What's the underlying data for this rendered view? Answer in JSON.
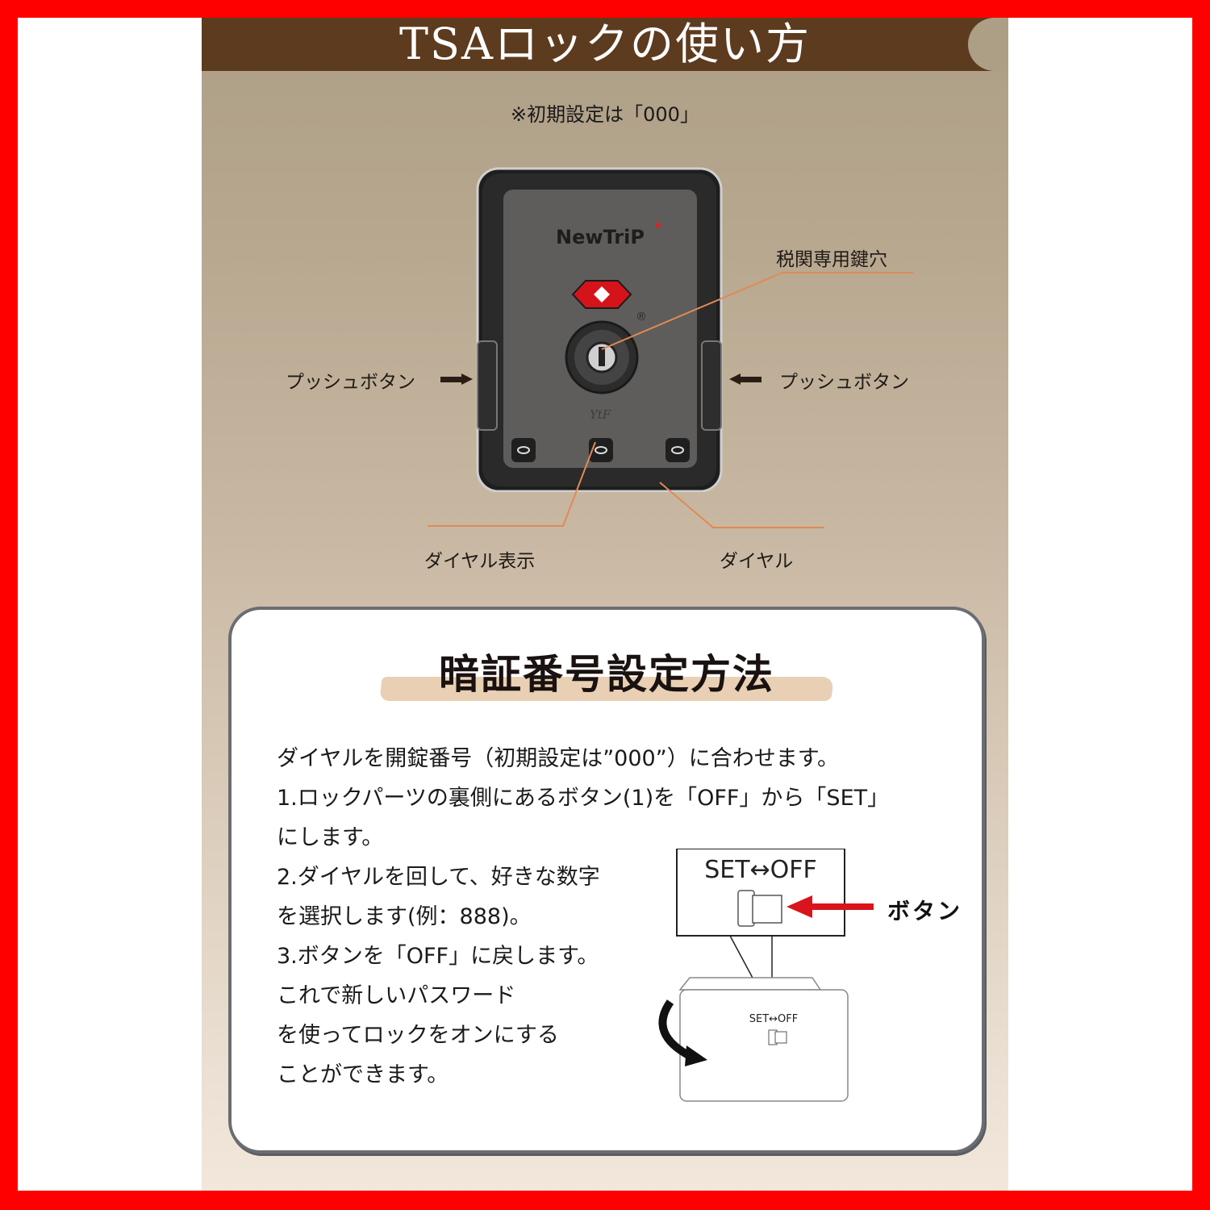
{
  "header": {
    "title": "TSAロックの使い方"
  },
  "initial_note": "※初期設定は「000」",
  "lock_illustration": {
    "brand": "NewTriP",
    "maker_mark": "YtF",
    "registered_mark": "®",
    "callouts": {
      "customs_keyhole": "税関専用鍵穴",
      "push_button_left": "プッシュボタン",
      "push_button_right": "プッシュボタン",
      "dial_display": "ダイヤル表示",
      "dial": "ダイヤル"
    },
    "colors": {
      "callout_line": "#e08a55",
      "body": "#2a2a2a",
      "faceplate": "#5f5d5b",
      "tsa_diamond": "#d4141a"
    }
  },
  "card": {
    "title": "暗証番号設定方法",
    "lines": [
      "ダイヤルを開錠番号（初期設定は”000”）に合わせます。",
      "1.ロックパーツの裏側にあるボタン(1)を「OFF」から「SET」",
      "にします。",
      "2.ダイヤルを回して、好きな数字",
      "を選択します(例：888)。",
      "3.ボタンを「OFF」に戻します。",
      "これで新しいパスワード",
      "を使ってロックをオンにする",
      "ことができます。"
    ],
    "diagram": {
      "zoom_label": "SET↔OFF",
      "small_label": "SET↔OFF",
      "button_label": "ボタン",
      "arrow_color": "#d9141c"
    }
  },
  "colors": {
    "frame": "#ff0000",
    "header_bg": "#5d3b1f",
    "card_border": "#6a6d72"
  }
}
